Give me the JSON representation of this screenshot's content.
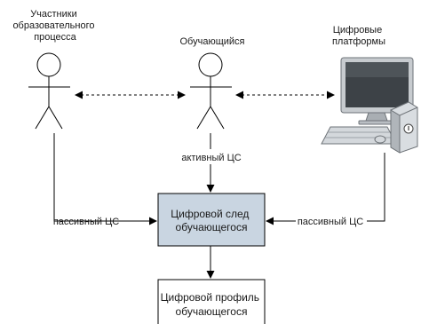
{
  "actors": {
    "participants": {
      "label_lines": [
        "Участники",
        "образовательного",
        "процесса"
      ]
    },
    "learner": {
      "label": "Обучающийся"
    },
    "platforms": {
      "label_lines": [
        "Цифровые",
        "платформы"
      ]
    }
  },
  "boxes": {
    "digital_trace": {
      "label_lines": [
        "Цифровой след",
        "обучающегося"
      ],
      "fill": "#c9d5e1"
    },
    "digital_profile": {
      "label_lines": [
        "Цифровой профиль",
        "обучающегося"
      ],
      "fill": "#ffffff"
    }
  },
  "edges": {
    "active": "активный ЦС",
    "passive_left": "пассивный ЦС",
    "passive_right": "пассивный ЦС"
  }
}
